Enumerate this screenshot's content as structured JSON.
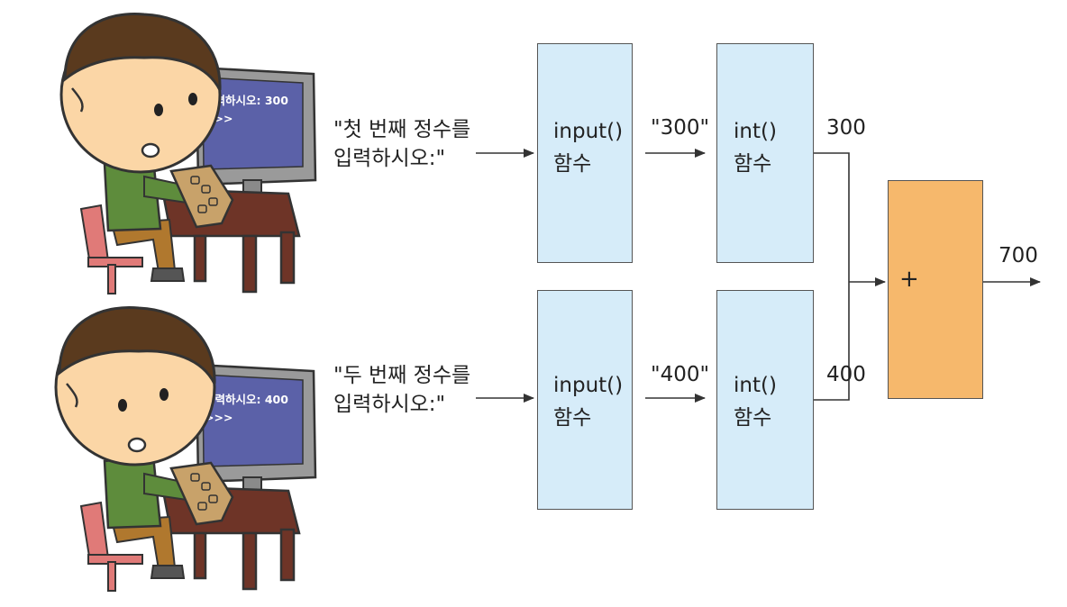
{
  "prompts": [
    {
      "line1": "\"첫 번째 정수를",
      "line2": "입력하시오:\""
    },
    {
      "line1": "\"두 번째 정수를",
      "line2": "입력하시오:\""
    }
  ],
  "screens": [
    {
      "line1": "입력하시오: 300",
      "line2": ">>>"
    },
    {
      "line1": "입력하시오: 400",
      "line2": ">>>"
    }
  ],
  "input_box": {
    "line1": "input()",
    "line2": "함수"
  },
  "int_box": {
    "line1": "int()",
    "line2": "함수"
  },
  "strings": [
    "\"300\"",
    "\"400\""
  ],
  "numbers": [
    "300",
    "400"
  ],
  "adder": {
    "label": "+"
  },
  "result": "700",
  "colors": {
    "function_box": "#d6ecf9",
    "adder_box": "#f6b86c",
    "monitor_screen": "#5b61a8",
    "shirt": "#5e8c3c",
    "hair": "#5a3a1e",
    "desk": "#6e3427",
    "chair": "#e07a78"
  }
}
